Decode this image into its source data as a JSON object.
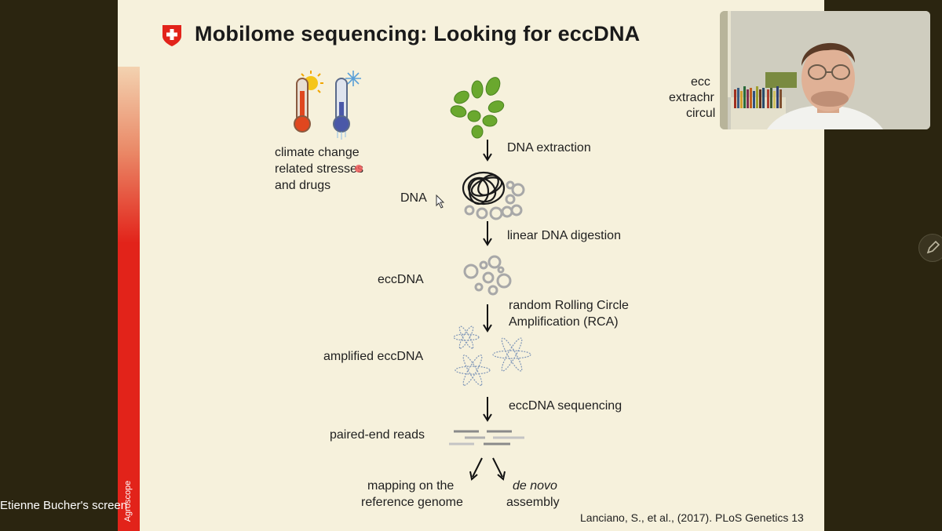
{
  "slide": {
    "title": "Mobilome sequencing: Looking for eccDNA",
    "brand": "Agroscope",
    "stress_label_1": "climate change",
    "stress_label_2": "related stresses",
    "stress_label_3": "and drugs",
    "label_dna_extraction": "DNA extraction",
    "label_dna": "DNA",
    "label_linear_digestion": "linear DNA digestion",
    "label_eccdna": "eccDNA",
    "label_rca_1": "random Rolling Circle",
    "label_rca_2": "Amplification (RCA)",
    "label_amplified": "amplified eccDNA",
    "label_sequencing": "eccDNA sequencing",
    "label_reads": "paired-end reads",
    "label_mapping_1": "mapping on the",
    "label_mapping_2": "reference genome",
    "label_denovo_1": "de novo",
    "label_denovo_2": "assembly",
    "reference": "Lanciano, S., et al., (2017). PLoS Genetics 13",
    "right_1": "ecc",
    "right_2": "extrachr",
    "right_3": "circul"
  },
  "screen_caption": "Etienne Bucher's screen",
  "colors": {
    "slide_bg": "#f6f1dc",
    "swiss_red": "#e2231a",
    "outer_bg": "#2b2510"
  },
  "icons": [
    "swiss-flag-icon",
    "hot-thermometer-icon",
    "cold-thermometer-icon",
    "plant-icon",
    "pencil-icon",
    "mouse-cursor-icon"
  ]
}
